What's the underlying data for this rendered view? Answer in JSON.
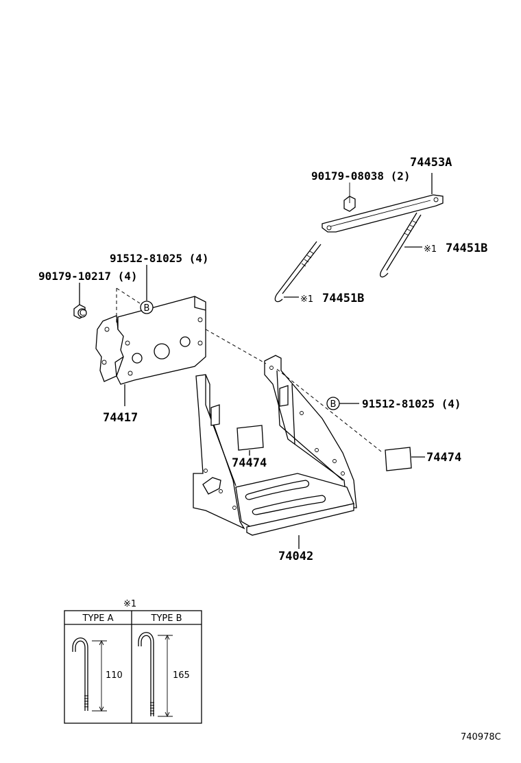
{
  "labels": {
    "hold_down_clamp": "74453A",
    "nut_clamp": "90179-08038 (2)",
    "bolt_type_b_right": "74451B",
    "bolt_type_b_left": "74451B",
    "ref_mark_right": "※1",
    "ref_mark_left": "※1",
    "bolt_bracket": "91512-81025 (4)",
    "nut_bracket": "90179-10217 (4)",
    "bracket": "74417",
    "bolt_tray": "91512-81025 (4)",
    "pad_right": "74474",
    "pad_center": "74474",
    "tray": "74042",
    "marker_b_top": "B",
    "marker_b_mid": "B",
    "marker_c": "C",
    "table_ref": "※1",
    "type_a": "TYPE A",
    "type_b": "TYPE B",
    "dim_a": "110",
    "dim_b": "165",
    "diagram_code": "740978C"
  }
}
